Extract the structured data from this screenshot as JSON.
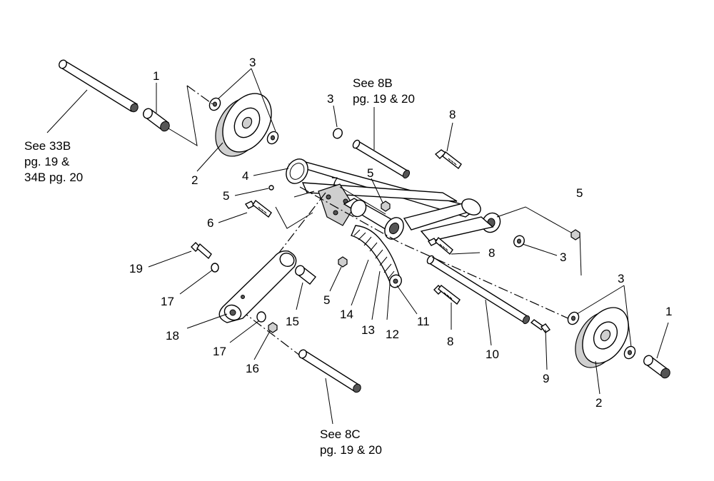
{
  "callouts": [
    {
      "id": "c1a",
      "text": "1"
    },
    {
      "id": "c3a",
      "text": "3"
    },
    {
      "id": "c2a",
      "text": "2"
    },
    {
      "id": "c3b",
      "text": "3"
    },
    {
      "id": "c8a",
      "text": "8"
    },
    {
      "id": "c4",
      "text": "4"
    },
    {
      "id": "c7",
      "text": "7"
    },
    {
      "id": "c5a",
      "text": "5"
    },
    {
      "id": "c5b",
      "text": "5"
    },
    {
      "id": "c6",
      "text": "6"
    },
    {
      "id": "c5c",
      "text": "5"
    },
    {
      "id": "c8b",
      "text": "8"
    },
    {
      "id": "c3c",
      "text": "3"
    },
    {
      "id": "c19",
      "text": "19"
    },
    {
      "id": "c17a",
      "text": "17"
    },
    {
      "id": "c5d",
      "text": "5"
    },
    {
      "id": "c15",
      "text": "15"
    },
    {
      "id": "c14",
      "text": "14"
    },
    {
      "id": "c13",
      "text": "13"
    },
    {
      "id": "c12",
      "text": "12"
    },
    {
      "id": "c11",
      "text": "11"
    },
    {
      "id": "c8c",
      "text": "8"
    },
    {
      "id": "c10",
      "text": "10"
    },
    {
      "id": "c9",
      "text": "9"
    },
    {
      "id": "c18",
      "text": "18"
    },
    {
      "id": "c17b",
      "text": "17"
    },
    {
      "id": "c16",
      "text": "16"
    },
    {
      "id": "c3d",
      "text": "3"
    },
    {
      "id": "c1b",
      "text": "1"
    },
    {
      "id": "c2b",
      "text": "2"
    }
  ],
  "notes": {
    "see_33b": [
      "See 33B",
      "pg. 19 &",
      "34B pg. 20"
    ],
    "see_8b": [
      "See 8B",
      "pg. 19 &  20"
    ],
    "see_8c": [
      "See 8C",
      "pg. 19 &  20"
    ]
  }
}
